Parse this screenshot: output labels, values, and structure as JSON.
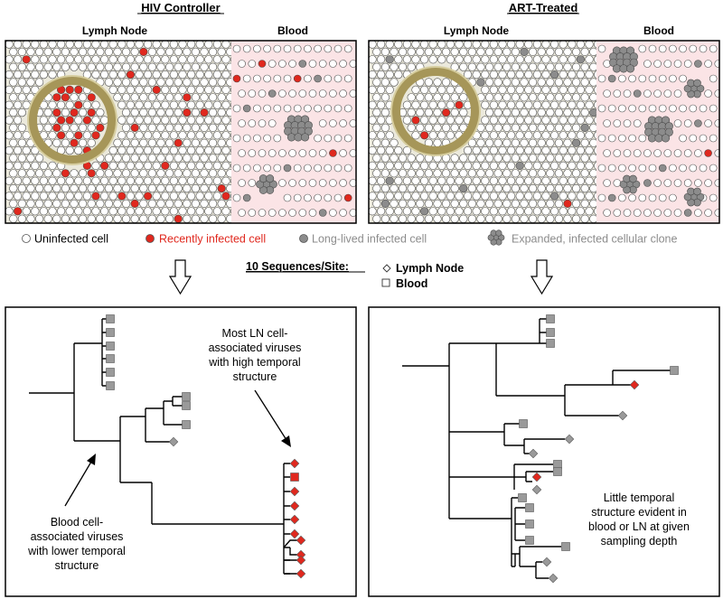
{
  "headings": {
    "left_title": "HIV Controller",
    "right_title": "ART-Treated",
    "left_lymph": "Lymph Node",
    "left_blood": "Blood",
    "right_lymph": "Lymph Node",
    "right_blood": "Blood"
  },
  "legend": {
    "uninfected": "Uninfected cell",
    "recent": "Recently infected cell",
    "longlived": "Long-lived infected cell",
    "clone": "Expanded, infected cellular clone"
  },
  "sampling": {
    "title": "10 Sequences/Site:",
    "ln": "Lymph Node",
    "blood": "Blood"
  },
  "annotations": {
    "left_top": [
      "Most LN cell-",
      "associated viruses",
      "with high temporal",
      "structure"
    ],
    "left_bottom": [
      "Blood cell-",
      "associated viruses",
      "with lower temporal",
      "structure"
    ],
    "right_text": [
      "Little temporal",
      "structure evident in",
      "blood or LN at given",
      "sampling depth"
    ]
  },
  "colors": {
    "recent": "#e0281e",
    "longlived": "#8c8c8c",
    "ln_bg": "#ebe9dc",
    "blood_bg": "#fbe4e6",
    "follicle_ring": "#a69659",
    "tree_square": "#9a9a9a",
    "tree_diamond_ln": "#9a9a9a",
    "tree_red": "#e0281e"
  },
  "icons": {
    "uninfected": "white-circle",
    "recent": "red-circle",
    "longlived": "gray-circle",
    "clone": "gray-cluster",
    "ln_marker": "diamond",
    "blood_marker": "square",
    "arrow": "down-arrow"
  }
}
